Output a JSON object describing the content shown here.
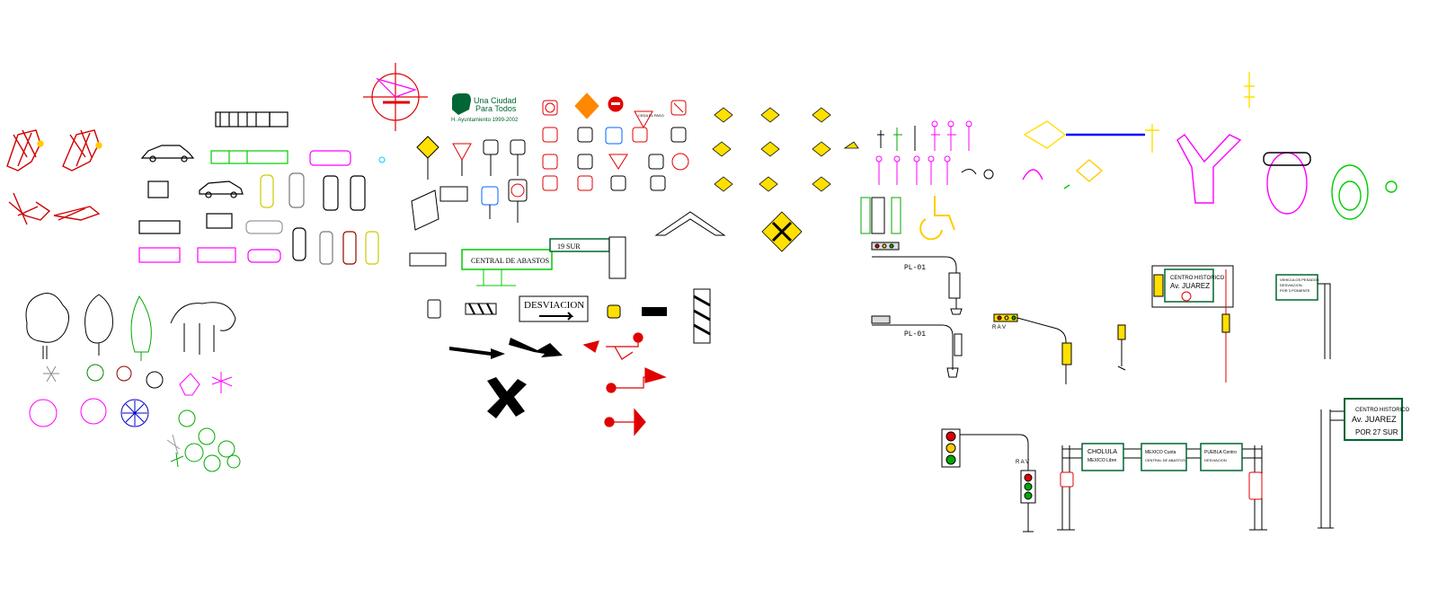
{
  "logo": {
    "line1": "Una Ciudad",
    "line2": "Para Todos",
    "line3": "H. Ayuntamiento 1999-2002"
  },
  "signs": {
    "central_abastos": "CENTRAL DE ABASTOS",
    "sur_19": "19 SUR",
    "desviacion": "DESVIACION",
    "ceda_paso": "CEDA EL PASO"
  },
  "poles": {
    "pl01_a": "PL-01",
    "pl01_b": "PL-01",
    "rav_small": "R A V",
    "rav_tall": "R A V"
  },
  "gantry_right": {
    "line1": "CENTRO HISTORICO",
    "line2": "Av. JUAREZ",
    "line3": "POR 27 SUR"
  },
  "gantry_mid": {
    "line1": "CENTRO HISTORICO",
    "line2": "Av. JUAREZ"
  },
  "small_green_sign": {
    "line1": "VEHICULOS PESADOS",
    "line2": "DESVIACION",
    "line3": "POR 3 PONIENTE"
  },
  "overhead": {
    "panel1_a": "CHOLULA",
    "panel1_b": "MEXICO Libre",
    "panel2_a": "MEXICO Cuota",
    "panel2_b": "CENTRAL DE ABASTOS",
    "panel3_a": "PUEBLA Centro",
    "panel3_b": "DESVIACION"
  },
  "colors": {
    "magenta": "#ff00ff",
    "green": "#00c000",
    "red": "#e00000",
    "yellow": "#ffe000",
    "blue": "#0000ff",
    "dark_green": "#006633"
  }
}
